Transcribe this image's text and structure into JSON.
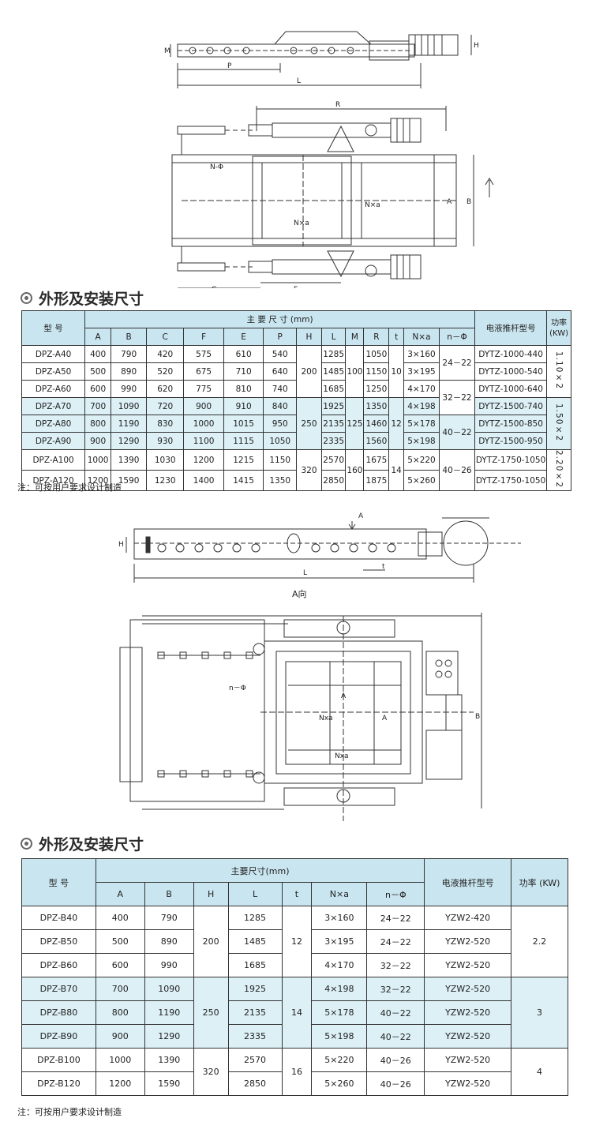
{
  "drawing_a": {
    "labels": {
      "M": "M",
      "H": "H",
      "P": "P",
      "L": "L",
      "R": "R",
      "N_phi": "N-Φ",
      "Nxa_v": "N×a",
      "Nxa_h": "N×a",
      "A": "A",
      "B": "B",
      "C": "C",
      "F": "F"
    }
  },
  "section_a_title": "外形及安装尺寸",
  "table_a": {
    "model_header": "型 号",
    "main_size_header": "主 要 尺 寸 (mm)",
    "cols": [
      "A",
      "B",
      "C",
      "F",
      "E",
      "P",
      "H",
      "L",
      "M",
      "R",
      "t",
      "N×a",
      "n－Φ"
    ],
    "pusher_header": "电液推杆型号",
    "power_header": "功率",
    "power_unit": "(KW)",
    "rows": [
      {
        "model": "DPZ-A40",
        "A": "400",
        "B": "790",
        "C": "420",
        "F": "575",
        "E": "610",
        "P": "540",
        "L": "1285",
        "R": "1050",
        "Nxa": "3×160",
        "pusher": "DYTZ-1000-440"
      },
      {
        "model": "DPZ-A50",
        "A": "500",
        "B": "890",
        "C": "520",
        "F": "675",
        "E": "710",
        "P": "640",
        "L": "1485",
        "R": "1150",
        "Nxa": "3×195",
        "pusher": "DYTZ-1000-540"
      },
      {
        "model": "DPZ-A60",
        "A": "600",
        "B": "990",
        "C": "620",
        "F": "775",
        "E": "810",
        "P": "740",
        "L": "1685",
        "R": "1250",
        "Nxa": "4×170",
        "pusher": "DYTZ-1000-640"
      },
      {
        "model": "DPZ-A70",
        "A": "700",
        "B": "1090",
        "C": "720",
        "F": "900",
        "E": "910",
        "P": "840",
        "L": "1925",
        "R": "1350",
        "Nxa": "4×198",
        "pusher": "DYTZ-1500-740"
      },
      {
        "model": "DPZ-A80",
        "A": "800",
        "B": "1190",
        "C": "830",
        "F": "1000",
        "E": "1015",
        "P": "950",
        "L": "2135",
        "R": "1460",
        "Nxa": "5×178",
        "pusher": "DYTZ-1500-850"
      },
      {
        "model": "DPZ-A90",
        "A": "900",
        "B": "1290",
        "C": "930",
        "F": "1100",
        "E": "1115",
        "P": "1050",
        "L": "2335",
        "R": "1560",
        "Nxa": "5×198",
        "pusher": "DYTZ-1500-950"
      },
      {
        "model": "DPZ-A100",
        "A": "1000",
        "B": "1390",
        "C": "1030",
        "F": "1200",
        "E": "1215",
        "P": "1150",
        "L": "2570",
        "R": "1675",
        "Nxa": "5×220",
        "pusher": "DYTZ-1750-1050"
      },
      {
        "model": "DPZ-A120",
        "A": "1200",
        "B": "1590",
        "C": "1230",
        "F": "1400",
        "E": "1415",
        "P": "1350",
        "L": "2850",
        "R": "1875",
        "Nxa": "5×260",
        "pusher": "DYTZ-1750-1050"
      }
    ],
    "groups": {
      "H": [
        "200",
        "250",
        "320"
      ],
      "M": [
        "100",
        "125",
        "160"
      ],
      "t": [
        "10",
        "12",
        "14"
      ],
      "nphi": [
        "24－22",
        "32－22",
        "40－22",
        "40－26"
      ],
      "power": [
        "1.10×2",
        "1.50×2",
        "2.20×2"
      ]
    }
  },
  "note_a": "注：可按用户要求设计制造",
  "drawing_b": {
    "labels": {
      "H": "H",
      "L": "L",
      "A_arrow": "A",
      "t": "t",
      "direction": "A向",
      "n_phi": "n－Φ",
      "A_top": "A",
      "A_side": "A",
      "Nxa_side": "Nxa",
      "Nxa_bottom": "Nxa",
      "B": "B"
    }
  },
  "section_b_title": "外形及安装尺寸",
  "table_b": {
    "model_header": "型 号",
    "main_size_header": "主要尺寸(mm)",
    "cols": [
      "A",
      "B",
      "H",
      "L",
      "t",
      "N×a",
      "n－Φ"
    ],
    "pusher_header": "电液推杆型号",
    "power_header": "功率 (KW)",
    "rows": [
      {
        "model": "DPZ-B40",
        "A": "400",
        "B": "790",
        "L": "1285",
        "Nxa": "3×160",
        "nphi": "24－22",
        "pusher": "YZW2-420"
      },
      {
        "model": "DPZ-B50",
        "A": "500",
        "B": "890",
        "L": "1485",
        "Nxa": "3×195",
        "nphi": "24－22",
        "pusher": "YZW2-520"
      },
      {
        "model": "DPZ-B60",
        "A": "600",
        "B": "990",
        "L": "1685",
        "Nxa": "4×170",
        "nphi": "32－22",
        "pusher": "YZW2-520"
      },
      {
        "model": "DPZ-B70",
        "A": "700",
        "B": "1090",
        "L": "1925",
        "Nxa": "4×198",
        "nphi": "32－22",
        "pusher": "YZW2-520"
      },
      {
        "model": "DPZ-B80",
        "A": "800",
        "B": "1190",
        "L": "2135",
        "Nxa": "5×178",
        "nphi": "40－22",
        "pusher": "YZW2-520"
      },
      {
        "model": "DPZ-B90",
        "A": "900",
        "B": "1290",
        "L": "2335",
        "Nxa": "5×198",
        "nphi": "40－22",
        "pusher": "YZW2-520"
      },
      {
        "model": "DPZ-B100",
        "A": "1000",
        "B": "1390",
        "L": "2570",
        "Nxa": "5×220",
        "nphi": "40－26",
        "pusher": "YZW2-520"
      },
      {
        "model": "DPZ-B120",
        "A": "1200",
        "B": "1590",
        "L": "2850",
        "Nxa": "5×260",
        "nphi": "40－26",
        "pusher": "YZW2-520"
      }
    ],
    "groups": {
      "H": [
        "200",
        "250",
        "320"
      ],
      "t": [
        "12",
        "14",
        "16"
      ],
      "power": [
        "2.2",
        "3",
        "4"
      ]
    }
  },
  "note_b": "注：可按用户要求设计制造"
}
